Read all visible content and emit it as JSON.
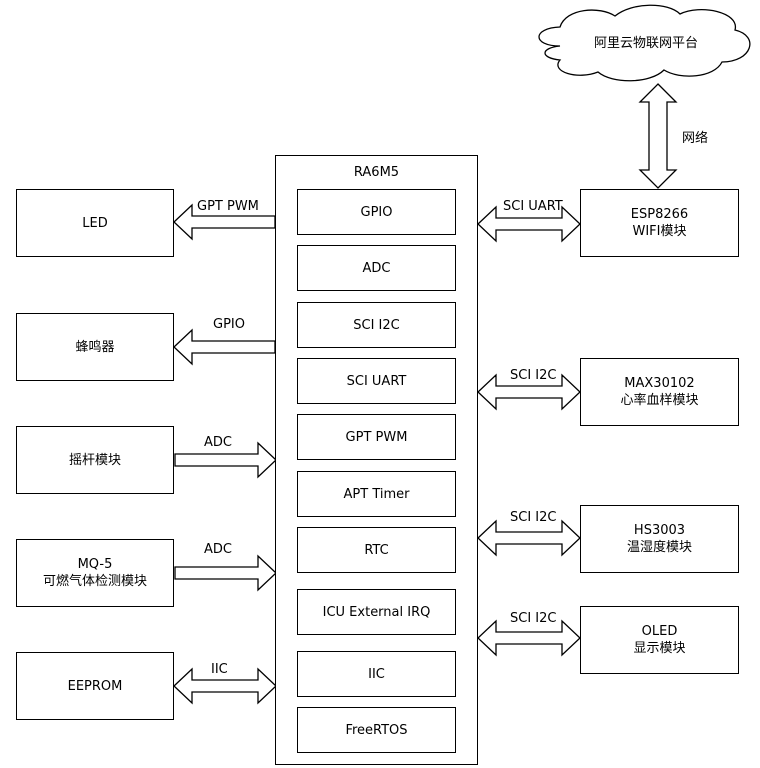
{
  "mcu": {
    "title": "RA6M5",
    "modules": [
      "GPIO",
      "ADC",
      "SCI I2C",
      "SCI UART",
      "GPT PWM",
      "APT Timer",
      "RTC",
      "ICU External IRQ",
      "IIC",
      "FreeRTOS"
    ]
  },
  "left_devices": [
    "LED",
    "蜂鸣器",
    "摇杆模块",
    "MQ-5\n可燃气体检测模块",
    "EEPROM"
  ],
  "left_links": [
    "GPT PWM",
    "GPIO",
    "ADC",
    "ADC",
    "IIC"
  ],
  "right_devices": [
    "ESP8266\nWIFI模块",
    "MAX30102\n心率血样模块",
    "HS3003\n温湿度模块",
    "OLED\n显示模块"
  ],
  "right_links": [
    "SCI UART",
    "SCI I2C",
    "SCI I2C",
    "SCI I2C"
  ],
  "cloud": {
    "label": "阿里云物联网平台"
  },
  "network_label": "网络"
}
